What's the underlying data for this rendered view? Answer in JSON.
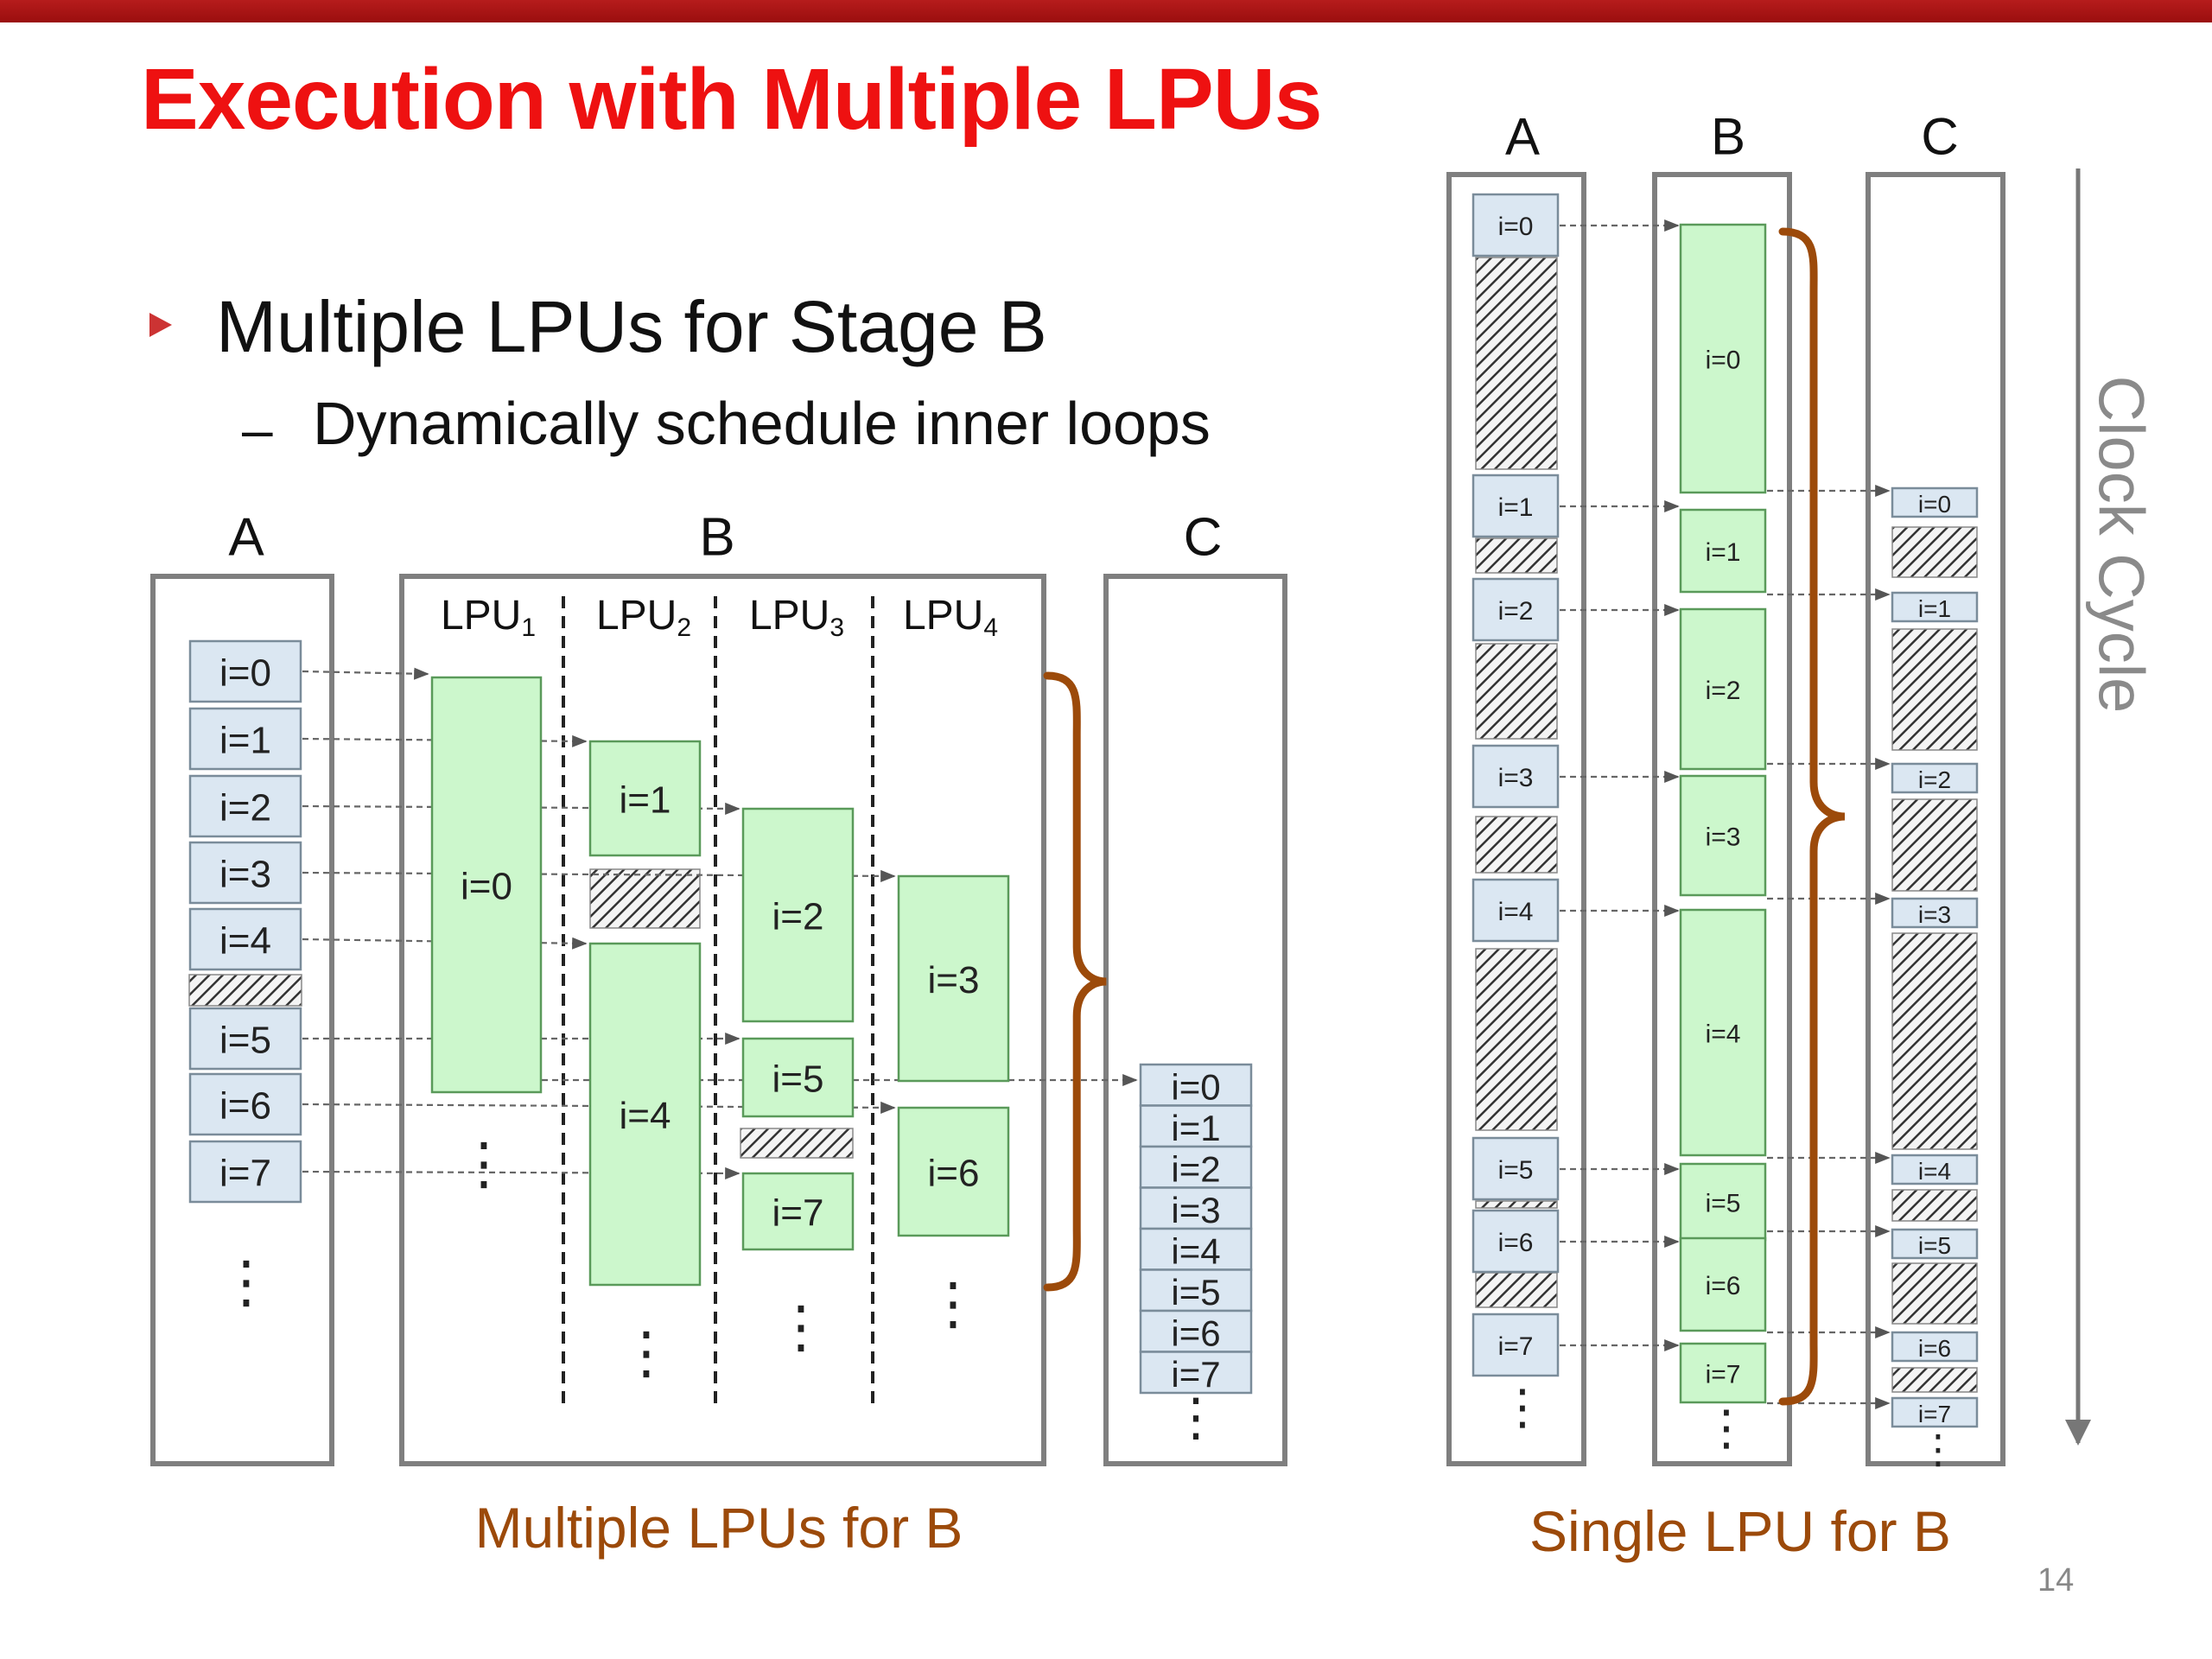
{
  "slide": {
    "title": "Execution with Multiple LPUs",
    "bullet_1": "Multiple LPUs for Stage B",
    "bullet_2_dash": "–",
    "bullet_2": "Dynamically schedule inner loops",
    "page_number": "14"
  },
  "colors": {
    "top_bar": "#a51515",
    "title": "#ee1111",
    "bullet_marker": "#cc3333",
    "a_c_box_fill": "#dbe7f2",
    "b_box_fill": "#ccf7cc",
    "b_box_border": "#5a9a5a",
    "a_c_box_border": "#7a8c9a",
    "frame": "#7f7f7f",
    "brace": "#9c4a0a",
    "caption": "#9c4a0a",
    "clock_text": "#8a8a8a"
  },
  "multi_lpu": {
    "caption": "Multiple LPUs for B",
    "column_labels": {
      "a": "A",
      "b": "B",
      "c": "C"
    },
    "lpu_labels": [
      {
        "name": "LPU",
        "sub": "1"
      },
      {
        "name": "LPU",
        "sub": "2"
      },
      {
        "name": "LPU",
        "sub": "3"
      },
      {
        "name": "LPU",
        "sub": "4"
      }
    ],
    "a_items": [
      "i=0",
      "i=1",
      "i=2",
      "i=3",
      "i=4",
      "i=5",
      "i=6",
      "i=7"
    ],
    "c_items": [
      "i=0",
      "i=1",
      "i=2",
      "i=3",
      "i=4",
      "i=5",
      "i=6",
      "i=7"
    ],
    "b_items": [
      {
        "label": "i=0",
        "lpu": 1
      },
      {
        "label": "i=1",
        "lpu": 2
      },
      {
        "label": "i=4",
        "lpu": 2
      },
      {
        "label": "i=2",
        "lpu": 3
      },
      {
        "label": "i=5",
        "lpu": 3
      },
      {
        "label": "i=7",
        "lpu": 3
      },
      {
        "label": "i=3",
        "lpu": 4
      },
      {
        "label": "i=6",
        "lpu": 4
      }
    ]
  },
  "single_lpu": {
    "caption": "Single LPU for B",
    "axis_label": "Clock Cycle",
    "column_labels": {
      "a": "A",
      "b": "B",
      "c": "C"
    },
    "a_items": [
      "i=0",
      "i=1",
      "i=2",
      "i=3",
      "i=4",
      "i=5",
      "i=6",
      "i=7"
    ],
    "b_items": [
      "i=0",
      "i=1",
      "i=2",
      "i=3",
      "i=4",
      "i=5",
      "i=6",
      "i=7"
    ],
    "c_items": [
      "i=0",
      "i=1",
      "i=2",
      "i=3",
      "i=4",
      "i=5",
      "i=6",
      "i=7"
    ]
  }
}
